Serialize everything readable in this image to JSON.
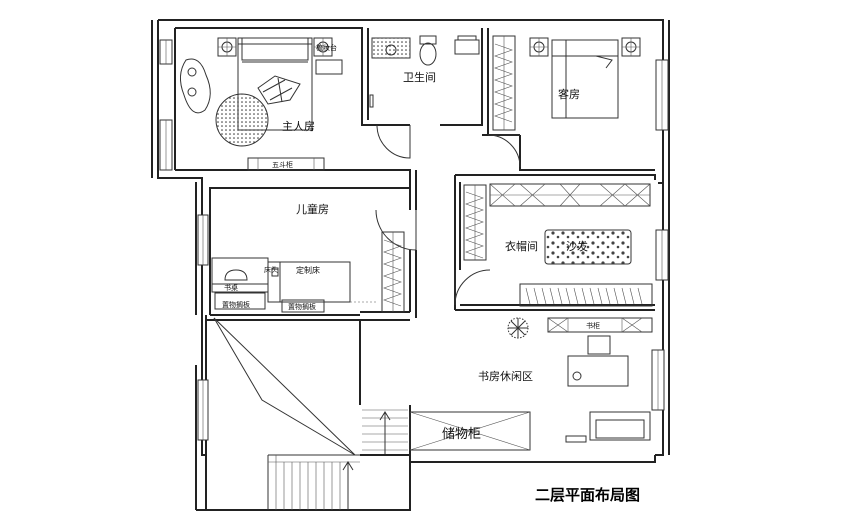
{
  "labels": {
    "dressing_table": "梳妆台",
    "bathroom": "卫生间",
    "guest_room": "客房",
    "master_bedroom": "主人房",
    "chest_of_drawers": "五斗柜",
    "kids_room": "儿童房",
    "custom_bed": "定制床",
    "bedside": "床头",
    "desk": "书桌",
    "shelf_left": "置物搁板",
    "shelf_right": "置物搁板",
    "cloakroom": "衣帽间",
    "sofa": "沙发",
    "bookshelf": "书柜",
    "study_lounge": "书房休闲区",
    "storage_cabinet": "储物柜"
  },
  "caption": "二层平面布局图"
}
